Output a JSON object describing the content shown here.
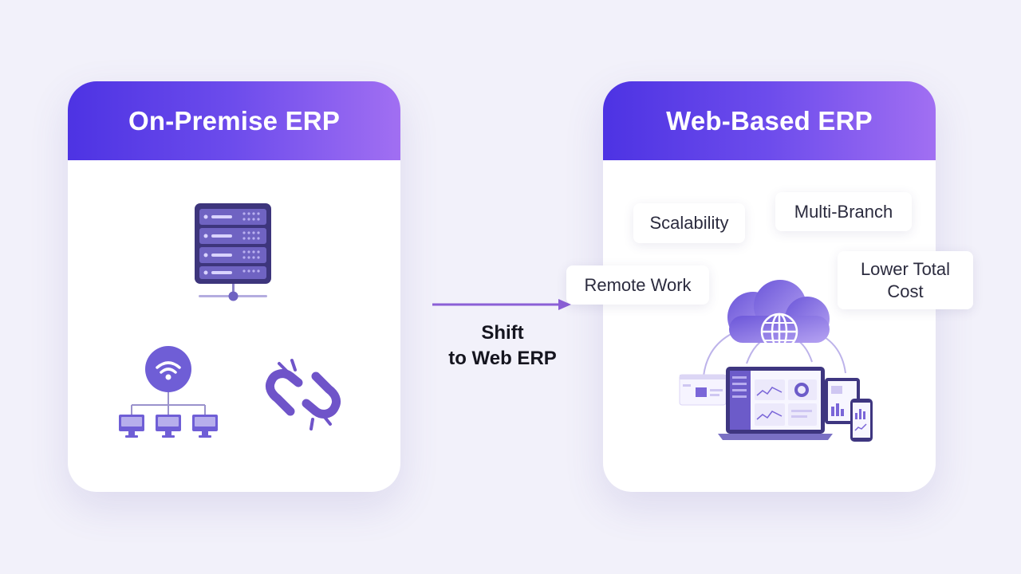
{
  "left_panel": {
    "title": "On-Premise ERP"
  },
  "right_panel": {
    "title": "Web-Based ERP",
    "features": [
      "Scalability",
      "Multi-Branch",
      "Remote Work",
      "Lower Total\nCost"
    ]
  },
  "transition": {
    "label": "Shift\nto Web ERP"
  },
  "colors": {
    "header_start": "#4d33e3",
    "header_end": "#a16ff2",
    "accent": "#6d4ad8",
    "arrow": "#8b5fd6",
    "server": "#3d357c"
  },
  "icons": [
    "server-rack-icon",
    "wifi-network-icon",
    "broken-link-icon",
    "cloud-globe-icon",
    "laptop-dashboard-icon",
    "tablet-icon",
    "phone-icon"
  ]
}
